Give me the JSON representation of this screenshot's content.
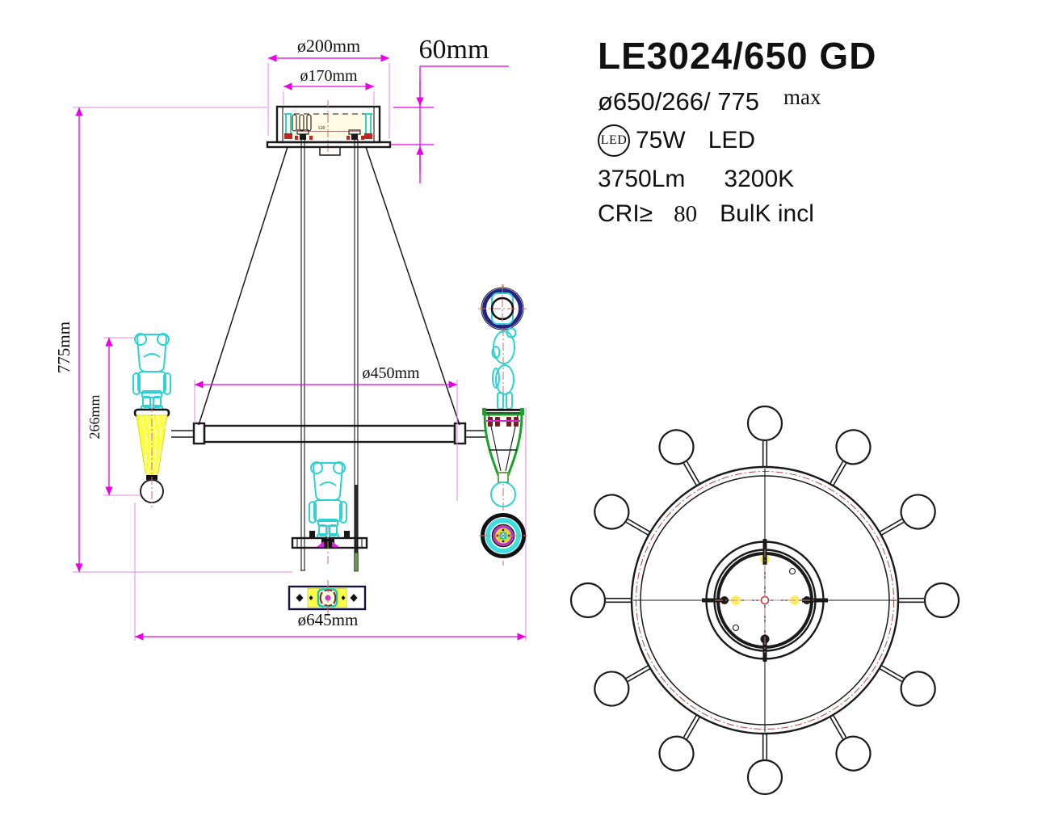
{
  "product": {
    "model": "LE3024/650 GD",
    "size_summary": "ø650/266/ 775",
    "size_max": "max",
    "led_badge": "LED",
    "wattage": "75W",
    "source_type": "LED",
    "luminous_flux": "3750Lm",
    "color_temperature": "3200K",
    "cri_label": "CRI≥",
    "cri_value": "80",
    "bulb_included": "BulK incl"
  },
  "dimensions": {
    "canopy_outer_diameter": "ø200mm",
    "canopy_inner_diameter": "ø170mm",
    "canopy_height": "60mm",
    "overall_height": "775mm",
    "pendant_element_height": "266mm",
    "ring_diameter": "ø450mm",
    "overall_diameter": "ø645mm",
    "canopy_note": "120"
  },
  "colors": {
    "dimension_magenta": "#e800e8",
    "outline_black": "#1a1a1a",
    "bear_cyan": "#2fd2d2",
    "shade_yellow": "#ffff3b",
    "cone_green": "#18a428",
    "ring_navy": "#232385",
    "centerline_red": "#cc6e6e",
    "fitting_maroon": "#7a1f1f"
  },
  "views": {
    "front_view_lights_visible": 2,
    "top_view_bulb_count": 12
  }
}
